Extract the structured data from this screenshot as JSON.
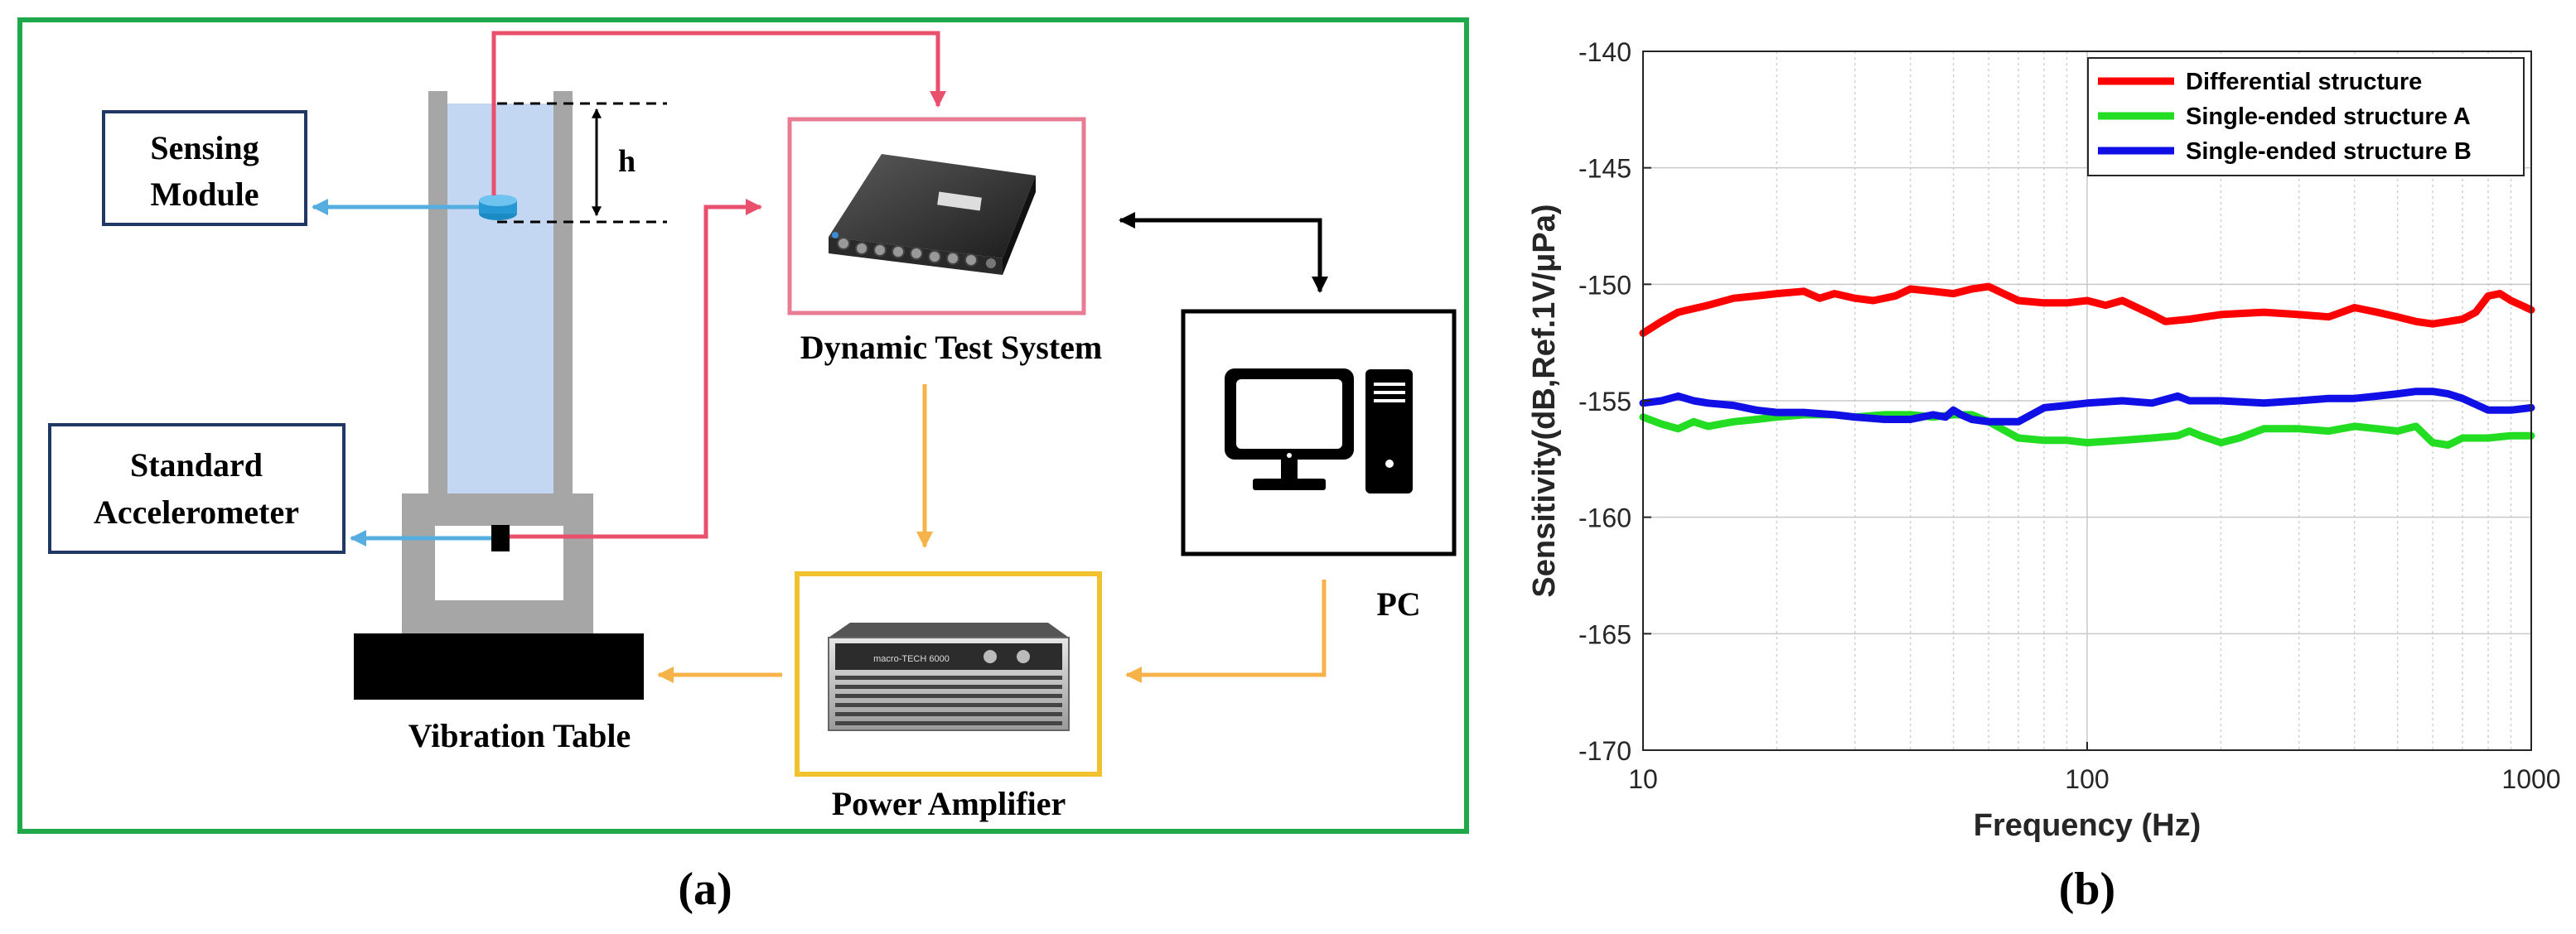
{
  "colors": {
    "frame_green": "#1fa84a",
    "signal_pink": "#e8506e",
    "power_orange": "#f5b34a",
    "sensor_blue": "#56aee0",
    "tube_gray": "#a6a6a6",
    "water_blue": "#c3d7f2",
    "text_box_border": "#1f3864",
    "amp_box": "#f2c12e",
    "dts_box": "#e77c92",
    "series_red": "#ff0000",
    "series_green": "#22dd22",
    "series_blue": "#1010e6"
  },
  "panel_a": {
    "caption": "(a)",
    "labels": {
      "sensing_module": [
        "Sensing",
        "Module"
      ],
      "standard_accelerometer": [
        "Standard",
        "Accelerometer"
      ],
      "h": "h",
      "dynamic_test_system": "Dynamic Test System",
      "pc": "PC",
      "power_amplifier": "Power Amplifier",
      "vibration_table": "Vibration Table"
    },
    "icons": {
      "dts_device": "daq-chassis-photo",
      "amplifier_device": "power-amplifier-photo",
      "pc_device": "desktop-computer-icon"
    },
    "amp_brand": "macro-TECH 6000"
  },
  "panel_b": {
    "caption": "(b)",
    "chart_data": {
      "type": "line",
      "xlabel": "Frequency (Hz)",
      "ylabel": "Sensitivity(dB,Ref.1V/μPa)",
      "xscale": "log",
      "xlim": [
        10,
        1000
      ],
      "ylim": [
        -170,
        -140
      ],
      "xticks": [
        10,
        100,
        1000
      ],
      "xtick_labels": [
        "10",
        "100",
        "1000"
      ],
      "yticks": [
        -140,
        -145,
        -150,
        -155,
        -160,
        -165,
        -170
      ],
      "ytick_labels": [
        "-140",
        "-145",
        "-150",
        "-155",
        "-160",
        "-165",
        "-170"
      ],
      "grid": true,
      "legend_position": "top-right",
      "series": [
        {
          "name": "Differential structure",
          "color": "#ff0000",
          "x": [
            10,
            11,
            12,
            14,
            16,
            18,
            20,
            23,
            25,
            27,
            30,
            33,
            37,
            40,
            45,
            50,
            55,
            60,
            70,
            80,
            90,
            100,
            110,
            120,
            140,
            150,
            170,
            200,
            250,
            300,
            350,
            400,
            450,
            500,
            550,
            600,
            650,
            700,
            750,
            800,
            850,
            900,
            950,
            1000
          ],
          "y": [
            -152.1,
            -151.6,
            -151.2,
            -150.9,
            -150.6,
            -150.5,
            -150.4,
            -150.3,
            -150.6,
            -150.4,
            -150.6,
            -150.7,
            -150.5,
            -150.2,
            -150.3,
            -150.4,
            -150.2,
            -150.1,
            -150.7,
            -150.8,
            -150.8,
            -150.7,
            -150.9,
            -150.7,
            -151.3,
            -151.6,
            -151.5,
            -151.3,
            -151.2,
            -151.3,
            -151.4,
            -151.0,
            -151.2,
            -151.4,
            -151.6,
            -151.7,
            -151.6,
            -151.5,
            -151.2,
            -150.5,
            -150.4,
            -150.7,
            -150.9,
            -151.1
          ]
        },
        {
          "name": "Single-ended structure A",
          "color": "#22dd22",
          "x": [
            10,
            11,
            12,
            13,
            14,
            16,
            18,
            20,
            23,
            27,
            30,
            35,
            40,
            45,
            50,
            55,
            60,
            70,
            80,
            90,
            100,
            120,
            140,
            160,
            170,
            180,
            200,
            220,
            250,
            300,
            350,
            400,
            450,
            500,
            550,
            600,
            650,
            700,
            800,
            900,
            1000
          ],
          "y": [
            -155.7,
            -156.0,
            -156.2,
            -155.9,
            -156.1,
            -155.9,
            -155.8,
            -155.7,
            -155.6,
            -155.6,
            -155.7,
            -155.6,
            -155.6,
            -155.7,
            -155.6,
            -155.6,
            -155.9,
            -156.6,
            -156.7,
            -156.7,
            -156.8,
            -156.7,
            -156.6,
            -156.5,
            -156.3,
            -156.5,
            -156.8,
            -156.6,
            -156.2,
            -156.2,
            -156.3,
            -156.1,
            -156.2,
            -156.3,
            -156.1,
            -156.8,
            -156.9,
            -156.6,
            -156.6,
            -156.5,
            -156.5
          ]
        },
        {
          "name": "Single-ended structure B",
          "color": "#1010e6",
          "x": [
            10,
            11,
            12,
            13,
            14,
            16,
            18,
            20,
            23,
            27,
            30,
            35,
            40,
            45,
            48,
            50,
            52,
            55,
            60,
            70,
            80,
            90,
            100,
            120,
            140,
            160,
            170,
            200,
            250,
            300,
            350,
            400,
            450,
            500,
            550,
            600,
            650,
            700,
            800,
            900,
            1000
          ],
          "y": [
            -155.1,
            -155.0,
            -154.8,
            -155.0,
            -155.1,
            -155.2,
            -155.4,
            -155.5,
            -155.5,
            -155.6,
            -155.7,
            -155.8,
            -155.8,
            -155.6,
            -155.7,
            -155.4,
            -155.6,
            -155.8,
            -155.9,
            -155.9,
            -155.3,
            -155.2,
            -155.1,
            -155.0,
            -155.1,
            -154.8,
            -155.0,
            -155.0,
            -155.1,
            -155.0,
            -154.9,
            -154.9,
            -154.8,
            -154.7,
            -154.6,
            -154.6,
            -154.7,
            -154.9,
            -155.4,
            -155.4,
            -155.3
          ]
        }
      ]
    }
  }
}
